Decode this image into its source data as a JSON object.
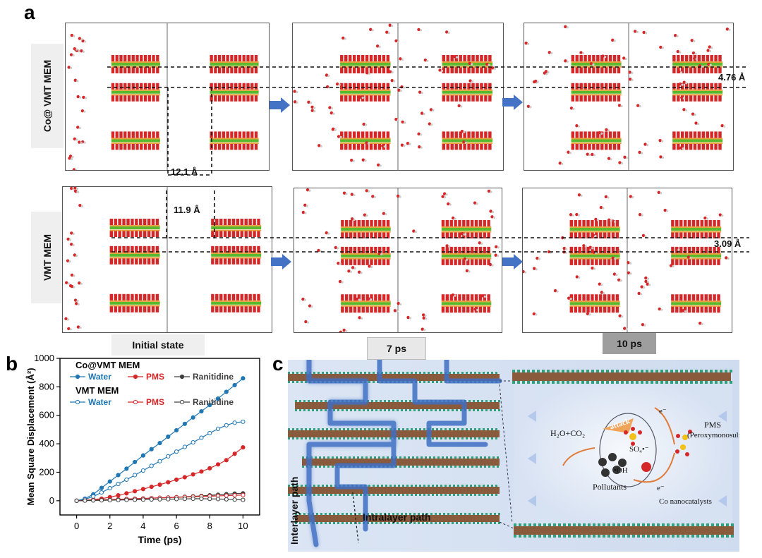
{
  "panels": {
    "a": "a",
    "b": "b",
    "c": "c"
  },
  "row_labels": {
    "top": "Co@ VMT MEM",
    "bottom": "VMT MEM"
  },
  "states": {
    "initial": "Initial state",
    "mid": "7 ps",
    "final": "10 ps"
  },
  "distances": {
    "top_gap": "4.76 Å",
    "bottom_gap": "3.09 Å",
    "top_spacing": "12.1 Å",
    "bottom_spacing": "11.9 Å"
  },
  "colors": {
    "water": "#1f77b4",
    "pms": "#d62728",
    "ranitidine": "#404040",
    "state_mid_bg": "#e8e8e8",
    "state_final_bg": "#9e9e9e"
  },
  "chart_data": {
    "type": "line",
    "xlabel": "Time (ps)",
    "ylabel": "Mean Square Displacement (Å²)",
    "xlim": [
      -1,
      11
    ],
    "ylim": [
      -100,
      1000
    ],
    "xticks": [
      0,
      2,
      4,
      6,
      8,
      10
    ],
    "yticks": [
      0,
      200,
      400,
      600,
      800,
      1000
    ],
    "legend": {
      "groups": [
        {
          "title": "Co@VMT MEM",
          "entries": [
            "Water",
            "PMS",
            "Ranitidine"
          ],
          "filled": true
        },
        {
          "title": "VMT MEM",
          "entries": [
            "Water",
            "PMS",
            "Ranitidine"
          ],
          "filled": false
        }
      ]
    },
    "x": [
      0,
      0.5,
      1,
      1.5,
      2,
      2.5,
      3,
      3.5,
      4,
      4.5,
      5,
      5.5,
      6,
      6.5,
      7,
      7.5,
      8,
      8.5,
      9,
      9.5,
      10
    ],
    "series": [
      {
        "group": "Co@VMT MEM",
        "name": "Water",
        "filled": true,
        "color": "#1f77b4",
        "values": [
          0,
          15,
          45,
          90,
          135,
          180,
          225,
          272,
          318,
          362,
          405,
          450,
          495,
          540,
          585,
          628,
          672,
          718,
          765,
          812,
          860
        ]
      },
      {
        "group": "Co@VMT MEM",
        "name": "PMS",
        "filled": true,
        "color": "#d62728",
        "values": [
          0,
          3,
          8,
          15,
          25,
          38,
          52,
          67,
          82,
          98,
          113,
          130,
          148,
          165,
          185,
          205,
          228,
          255,
          285,
          330,
          375
        ]
      },
      {
        "group": "Co@VMT MEM",
        "name": "Ranitidine",
        "filled": true,
        "color": "#404040",
        "values": [
          0,
          2,
          4,
          6,
          8,
          10,
          12,
          14,
          16,
          18,
          20,
          22,
          25,
          28,
          31,
          34,
          38,
          42,
          46,
          50,
          52
        ]
      },
      {
        "group": "VMT MEM",
        "name": "Water",
        "filled": false,
        "color": "#1f77b4",
        "values": [
          0,
          10,
          30,
          58,
          88,
          118,
          148,
          180,
          212,
          245,
          278,
          312,
          345,
          378,
          410,
          442,
          475,
          505,
          530,
          548,
          555
        ]
      },
      {
        "group": "VMT MEM",
        "name": "PMS",
        "filled": false,
        "color": "#d62728",
        "values": [
          0,
          2,
          4,
          6,
          8,
          10,
          12,
          14,
          16,
          18,
          20,
          22,
          24,
          26,
          28,
          30,
          32,
          34,
          36,
          38,
          40
        ]
      },
      {
        "group": "VMT MEM",
        "name": "Ranitidine",
        "filled": false,
        "color": "#404040",
        "values": [
          0,
          1,
          2,
          3,
          4,
          5,
          6,
          7,
          8,
          9,
          10,
          11,
          12,
          13,
          14,
          14,
          13,
          12,
          10,
          8,
          6
        ]
      }
    ]
  },
  "schematic": {
    "interlayer_label": "Interlayer path",
    "intralayer_label": "Intralayer path",
    "products": "H₂O+CO₂",
    "attack": "attack",
    "pollutants": "Pollutants",
    "sulfate_radical": "SO₄•⁻",
    "hydroxyl_radical": "•OH",
    "pms_label": "PMS",
    "pms_full": "(Peroxymonosulfate)",
    "electron": "e⁻",
    "catalyst": "Co nanocatalysts"
  }
}
